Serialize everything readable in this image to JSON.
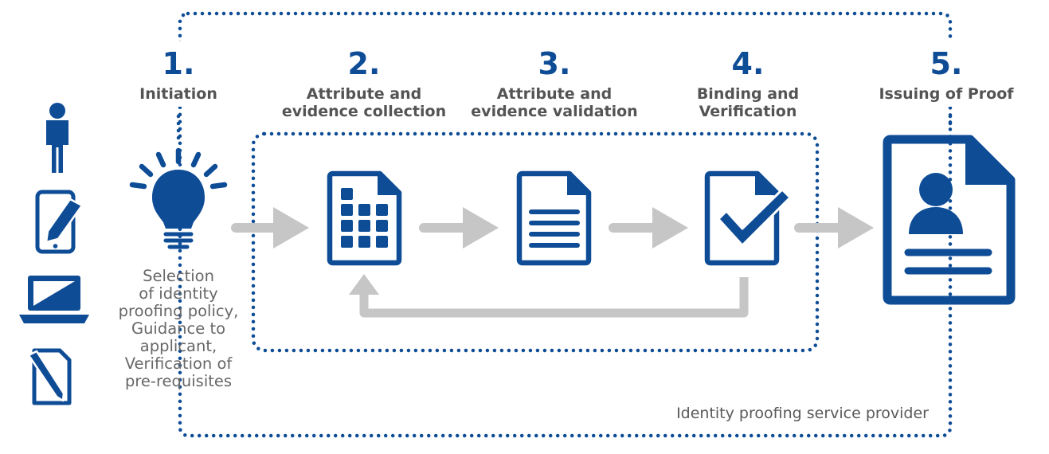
{
  "colors": {
    "primary": "#0e4c96",
    "arrow": "#c6c6c6",
    "label": "#545454"
  },
  "steps": [
    {
      "number": "1.",
      "title_lines": [
        "Initiation"
      ],
      "icon": "lightbulb-icon"
    },
    {
      "number": "2.",
      "title_lines": [
        "Attribute and",
        "evidence collection"
      ],
      "icon": "grid-document-icon"
    },
    {
      "number": "3.",
      "title_lines": [
        "Attribute and",
        "evidence validation"
      ],
      "icon": "lined-document-icon"
    },
    {
      "number": "4.",
      "title_lines": [
        "Binding and",
        "Verification"
      ],
      "icon": "checkmark-document-icon"
    },
    {
      "number": "5.",
      "title_lines": [
        "Issuing of Proof"
      ],
      "icon": "identity-proof-document-icon"
    }
  ],
  "initiation_description_lines": [
    "Selection",
    "of identity",
    "proofing policy,",
    "Guidance to",
    "applicant,",
    "Verification of",
    "pre-requisites"
  ],
  "provider_label": "Identity proofing service provider",
  "applicant_channel_icons": [
    "person-icon",
    "tablet-with-pen-icon",
    "laptop-icon",
    "paper-form-with-pen-icon"
  ]
}
